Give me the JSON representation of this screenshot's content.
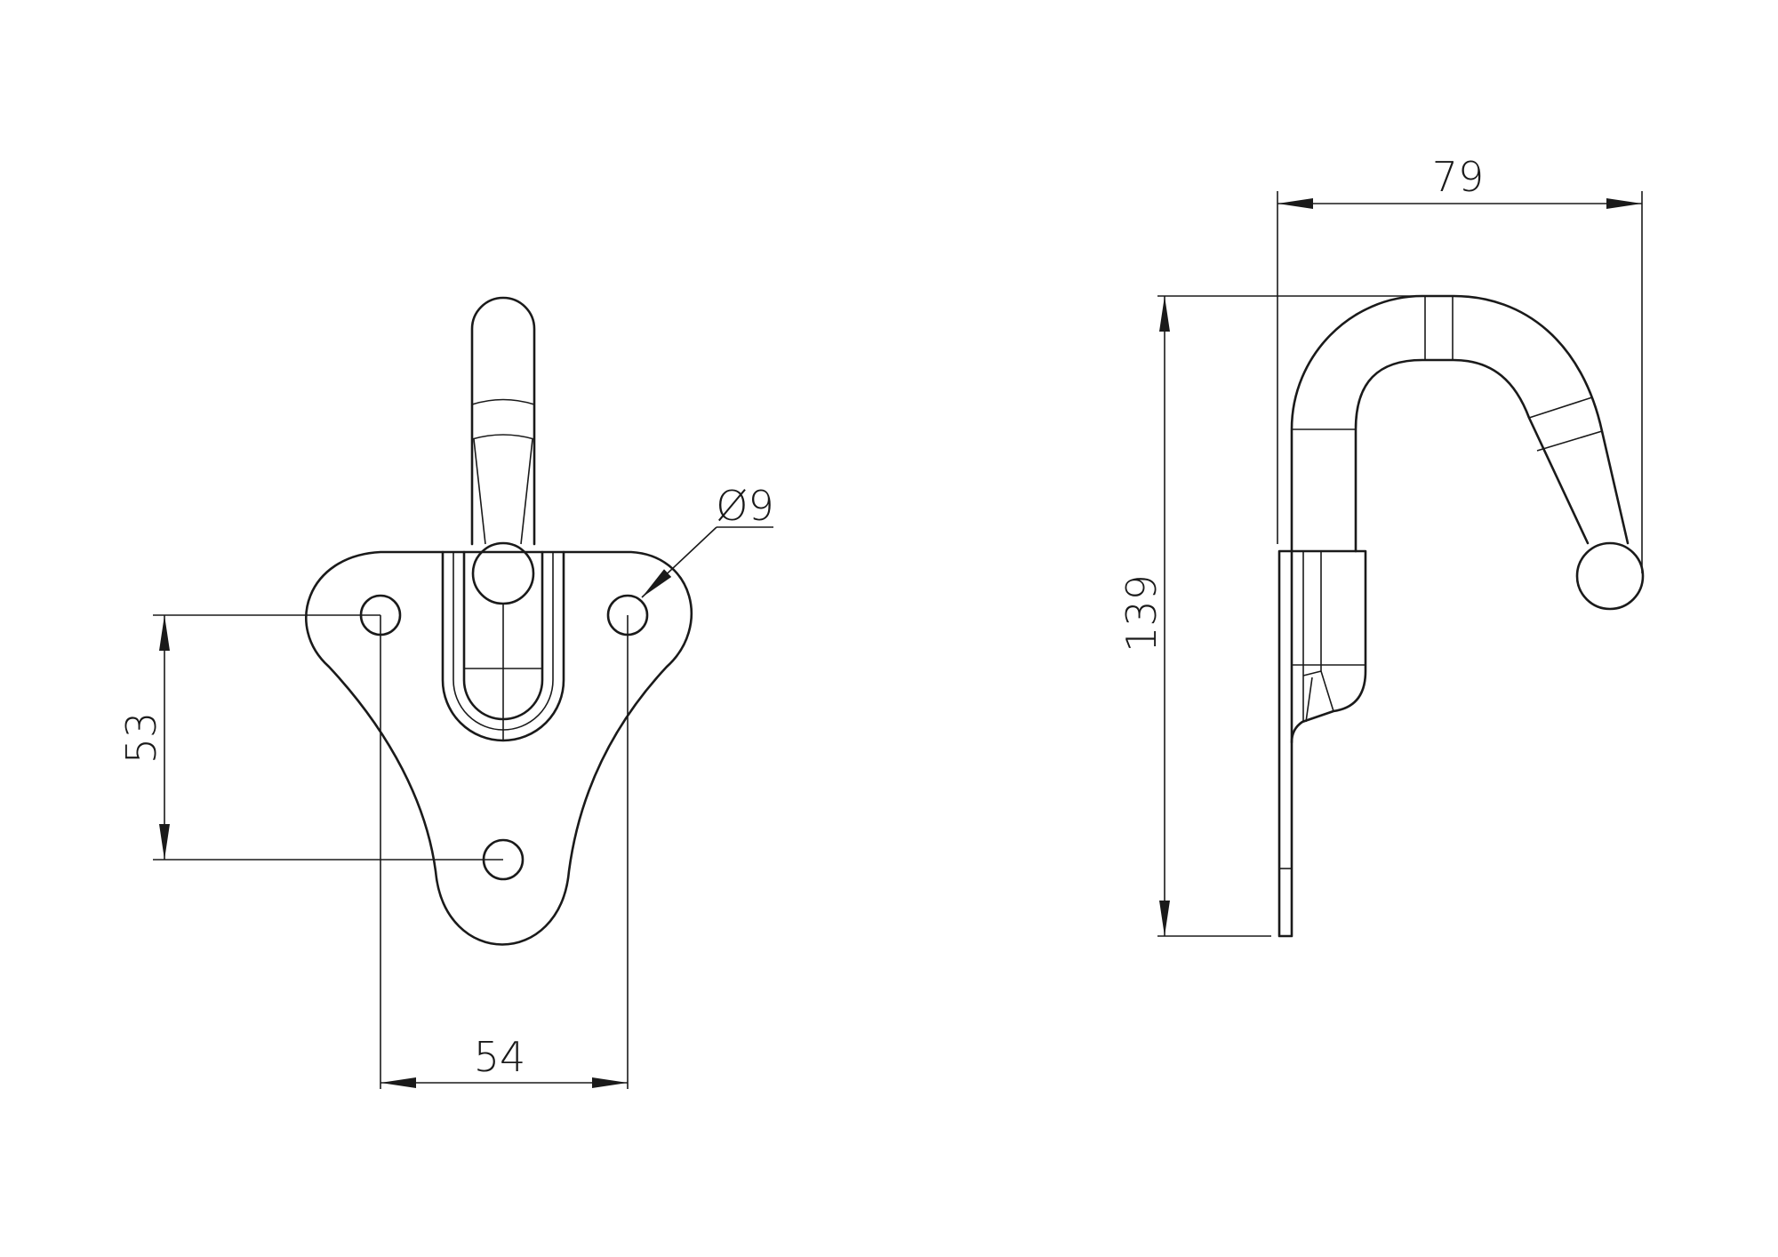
{
  "drawing": {
    "front_view": {
      "dimensions": {
        "hole_spacing_horizontal": "54",
        "hole_spacing_vertical": "53",
        "hole_diameter": "Ø9"
      }
    },
    "side_view": {
      "dimensions": {
        "projection": "79",
        "height": "139"
      }
    },
    "colors": {
      "line": "#1a1a1a",
      "background": "#ffffff"
    }
  }
}
